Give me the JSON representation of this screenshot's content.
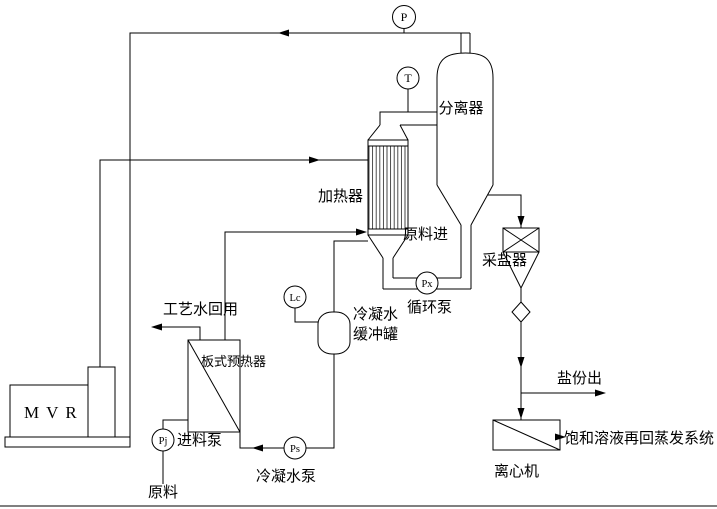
{
  "colors": {
    "line": "#000000",
    "background": "#ffffff"
  },
  "diagram": {
    "equipment": {
      "mvr": "MVR",
      "separator": "分离器",
      "heater": "加热器",
      "plate_preheater": "板式预热器",
      "condensate_tank_line1": "冷凝水",
      "condensate_tank_line2": "缓冲罐",
      "salt_collector": "采盐器",
      "centrifuge": "离心机",
      "feed_pump": "进料泵",
      "condensate_pump": "冷凝水泵",
      "circulation_pump": "循环泵"
    },
    "streams": {
      "process_water_reuse": "工艺水回用",
      "feed_in": "原料进",
      "raw_material": "原料",
      "salt_out": "盐份出",
      "saturated_solution_return": "饱和溶液再回蒸发系统"
    },
    "instruments": {
      "pressure": "P",
      "temperature": "T",
      "level_controller": "Lc",
      "circulation_pump_tag": "Px",
      "feed_pump_tag": "Pj",
      "condensate_pump_tag": "Ps"
    }
  }
}
